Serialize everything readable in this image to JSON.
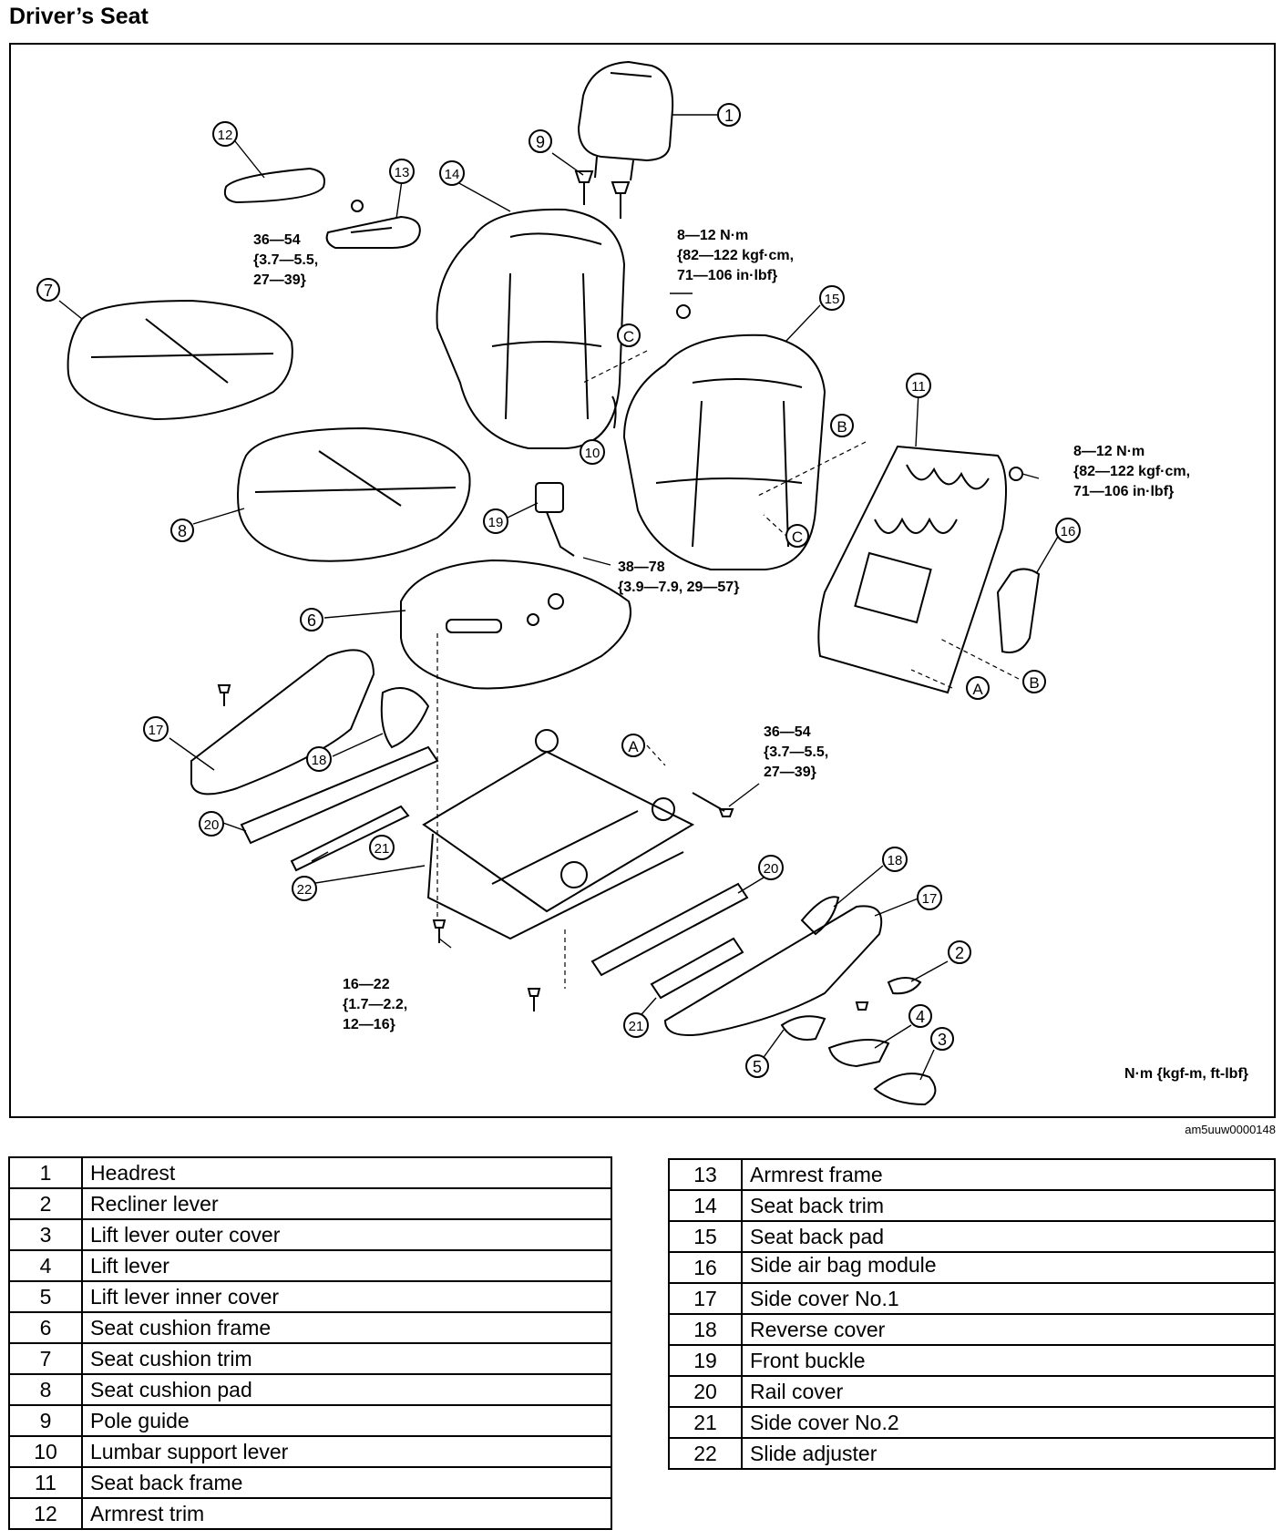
{
  "title": "Driver’s Seat",
  "image_code": "am5uuw0000148",
  "units_note": "N·m {kgf-m, ft-lbf}",
  "torque_specs": [
    {
      "id": "t1",
      "lines": [
        "36—54",
        "{3.7—5.5,",
        "27—39}"
      ]
    },
    {
      "id": "t2",
      "lines": [
        "8—12 N·m",
        "{82—122 kgf·cm,",
        "71—106 in·lbf}"
      ]
    },
    {
      "id": "t3",
      "lines": [
        "8—12 N·m",
        "{82—122 kgf·cm,",
        "71—106 in·lbf}"
      ]
    },
    {
      "id": "t4",
      "lines": [
        "38—78",
        "{3.9—7.9, 29—57}"
      ]
    },
    {
      "id": "t5",
      "lines": [
        "36—54",
        "{3.7—5.5,",
        "27—39}"
      ]
    },
    {
      "id": "t6",
      "lines": [
        "16—22",
        "{1.7—2.2,",
        "12—16}"
      ]
    }
  ],
  "callouts": [
    "1",
    "2",
    "3",
    "4",
    "5",
    "6",
    "7",
    "8",
    "9",
    "10",
    "11",
    "12",
    "13",
    "14",
    "15",
    "16",
    "17",
    "18",
    "19",
    "20",
    "21",
    "22",
    "17",
    "18",
    "20",
    "21"
  ],
  "refs": [
    "A",
    "B",
    "C",
    "A",
    "B",
    "C"
  ],
  "parts_left": [
    {
      "num": "1",
      "name": "Headrest"
    },
    {
      "num": "2",
      "name": "Recliner lever"
    },
    {
      "num": "3",
      "name": "Lift lever outer cover"
    },
    {
      "num": "4",
      "name": "Lift lever"
    },
    {
      "num": "5",
      "name": "Lift lever inner cover"
    },
    {
      "num": "6",
      "name": "Seat cushion frame"
    },
    {
      "num": "7",
      "name": "Seat cushion trim"
    },
    {
      "num": "8",
      "name": "Seat cushion pad"
    },
    {
      "num": "9",
      "name": "Pole guide"
    },
    {
      "num": "10",
      "name": "Lumbar support lever"
    },
    {
      "num": "11",
      "name": "Seat back frame"
    },
    {
      "num": "12",
      "name": "Armrest trim"
    }
  ],
  "parts_right": [
    {
      "num": "13",
      "name": "Armrest frame"
    },
    {
      "num": "14",
      "name": "Seat back trim"
    },
    {
      "num": "15",
      "name": "Seat back pad"
    },
    {
      "num": "16",
      "name": "Side air bag module"
    },
    {
      "num": "17",
      "name": "Side cover No.1"
    },
    {
      "num": "18",
      "name": "Reverse cover"
    },
    {
      "num": "19",
      "name": "Front buckle"
    },
    {
      "num": "20",
      "name": "Rail cover"
    },
    {
      "num": "21",
      "name": "Side cover No.2"
    },
    {
      "num": "22",
      "name": "Slide adjuster"
    }
  ]
}
